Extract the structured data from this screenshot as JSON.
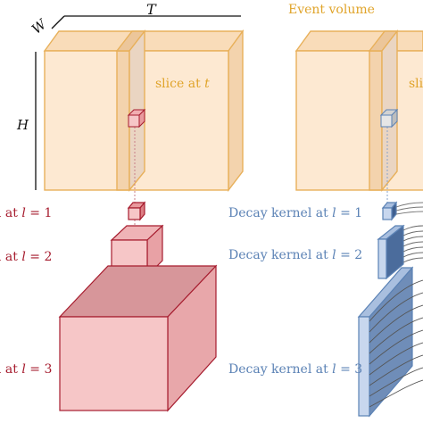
{
  "axes": {
    "width_label": "W",
    "time_label": "T",
    "height_label": "H"
  },
  "event_volume": {
    "title": "Event volume",
    "slice_label": "slice at ",
    "slice_var": "t",
    "slice_label_right_fragment": "sli"
  },
  "left_kernels": {
    "prefix": "l at ",
    "var": "l",
    "levels": [
      "= 1",
      "= 2",
      "= 3"
    ]
  },
  "decay_kernels": {
    "prefix": "Decay kernel at ",
    "var": "l",
    "levels": [
      "= 1",
      "= 2",
      "= 3"
    ]
  },
  "colors": {
    "volume_fill": "#fde9d2",
    "volume_edge": "#e8b05a",
    "slice_fill": "#ead5c2",
    "red_fill": "#f6c6c7",
    "red_edge": "#a61c2e",
    "blue_fill": "#c8d7ee",
    "blue_edge": "#5b82b5",
    "label_red": "#a61c2e",
    "label_blue": "#5b82b5",
    "label_gold": "#e0a42a"
  }
}
